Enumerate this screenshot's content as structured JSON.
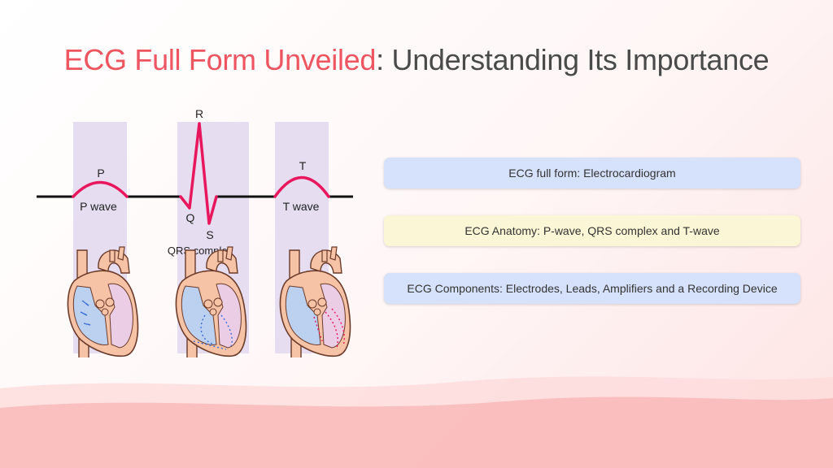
{
  "title": {
    "highlight": "ECG Full Form Unveiled",
    "rest": ": Understanding Its Importance"
  },
  "diagram": {
    "peak_labels": {
      "p": "P",
      "q": "Q",
      "r": "R",
      "s": "S",
      "t": "T"
    },
    "wave_labels": {
      "p_wave": "P wave",
      "qrs_complex": "QRS complex",
      "t_wave": "T wave"
    }
  },
  "info_boxes": [
    {
      "text": "ECG full form: Electrocardiogram"
    },
    {
      "text": "ECG Anatomy: P-wave, QRS complex and T-wave"
    },
    {
      "text": "ECG Components: Electrodes, Leads, Amplifiers and a Recording Device"
    }
  ],
  "colors": {
    "accent": "#ee5560",
    "title_text": "#4a4a4a",
    "ecg_trace": "#e8175d",
    "box_blue": "#d6e1fb",
    "box_yellow": "#fbf6d5",
    "band_purple": "#e6ddf0"
  }
}
